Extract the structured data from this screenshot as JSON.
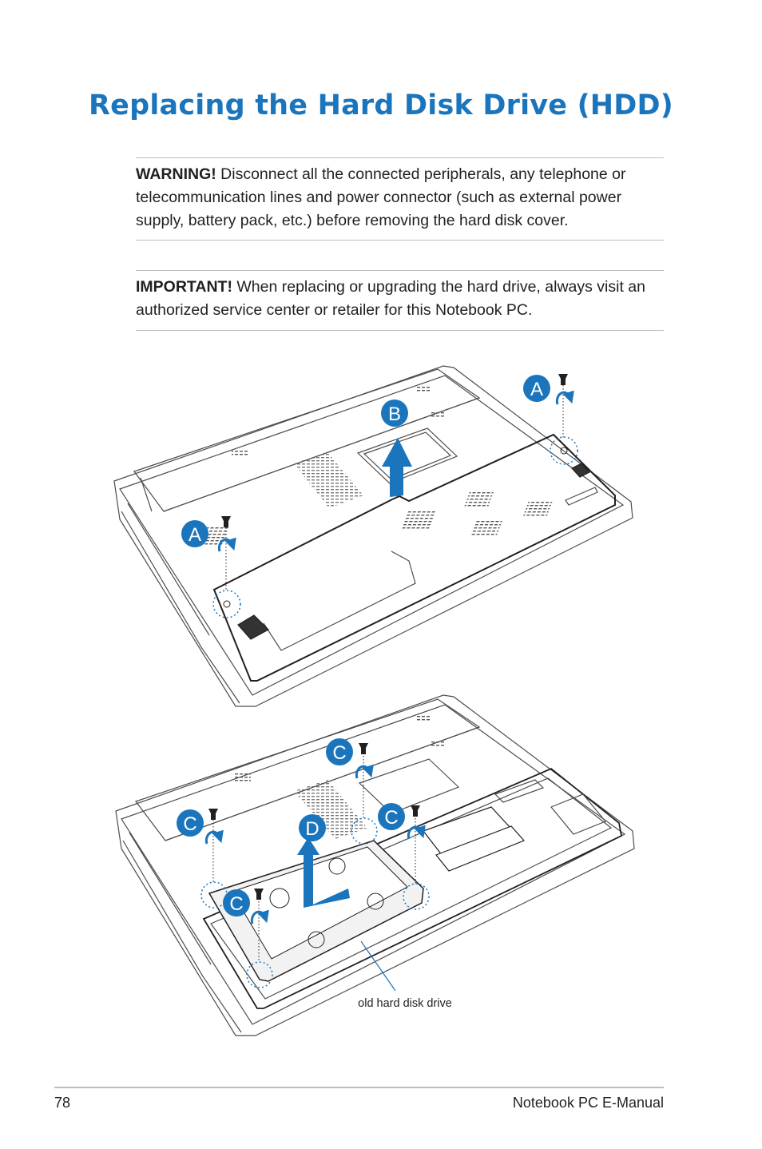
{
  "page": {
    "title": "Replacing the Hard Disk Drive (HDD)",
    "page_number": "78",
    "manual_name": "Notebook PC E-Manual"
  },
  "warning": {
    "keyword": "WARNING!",
    "text": "Disconnect all the connected peripherals, any telephone or telecommunication lines and power connector (such as external power supply, battery pack, etc.) before removing the hard disk cover."
  },
  "important": {
    "keyword": "IMPORTANT!",
    "text": "When replacing or upgrading the hard drive, always visit an authorized service center or retailer for this Notebook PC."
  },
  "figure1": {
    "labels": {
      "a": "A",
      "b": "B"
    }
  },
  "figure2": {
    "labels": {
      "c": "C",
      "d": "D"
    },
    "callout": "old hard disk drive"
  },
  "colors": {
    "accent": "#1b75bc",
    "line": "#231f20",
    "rule": "#bdbdbd"
  }
}
